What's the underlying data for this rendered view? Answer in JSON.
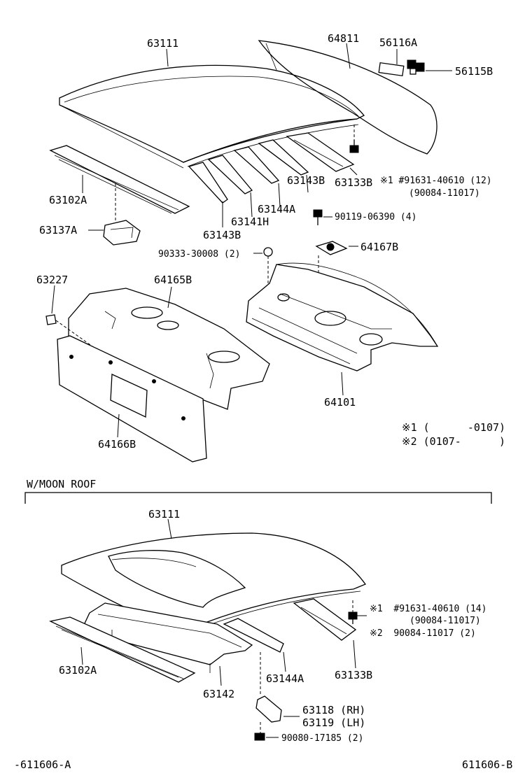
{
  "upper": {
    "p63111": "63111",
    "p64811": "64811",
    "p56116A": "56116A",
    "p56115B": "56115B",
    "p63102A": "63102A",
    "p63137A": "63137A",
    "p63143B_right": "63143B",
    "p63133B": "63133B",
    "p63144A": "63144A",
    "p63141H": "63141H",
    "p63143B_left": "63143B",
    "note1_line1": "※1 #91631-40610 (12)",
    "note1_line2": "(90084-11017)",
    "p90119": "90119-06390 (4)",
    "p90333": "90333-30008 (2)",
    "p64167B": "64167B",
    "p63227": "63227",
    "p64165B": "64165B",
    "p64101": "64101",
    "p64166B": "64166B",
    "legend1": "※1 (      -0107)",
    "legend2": "※2 (0107-      )"
  },
  "lower": {
    "section_title": "W/MOON ROOF",
    "p63111": "63111",
    "note1_line1": "※1  #91631-40610 (14)",
    "note1_line2": "(90084-11017)",
    "note2": "※2  90084-11017 (2)",
    "p63102A": "63102A",
    "p63142": "63142",
    "p63144A": "63144A",
    "p63133B": "63133B",
    "p63118": "63118 (RH)",
    "p63119": "63119 (LH)",
    "p90080": "90080-17185 (2)"
  },
  "footer": {
    "left_code": "-611606-A",
    "right_code": "611606-B"
  }
}
